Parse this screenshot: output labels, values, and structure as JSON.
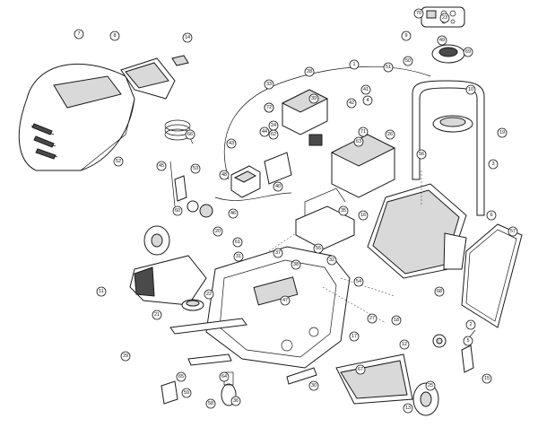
{
  "diagram": {
    "type": "exploded-parts-view",
    "callouts": [
      "1",
      "2",
      "3",
      "4",
      "5",
      "6",
      "7",
      "8",
      "9",
      "10",
      "11",
      "12",
      "13",
      "14",
      "15",
      "16",
      "17",
      "18",
      "19",
      "20",
      "21",
      "22",
      "23",
      "24",
      "25",
      "26",
      "27",
      "28",
      "29",
      "30",
      "31",
      "32",
      "33",
      "34",
      "35",
      "36",
      "37",
      "38",
      "39",
      "40",
      "41",
      "42",
      "43",
      "44",
      "45",
      "46",
      "47",
      "48",
      "49",
      "50",
      "51",
      "52",
      "53",
      "54",
      "55",
      "56",
      "57",
      "58",
      "59",
      "60",
      "61",
      "62",
      "63",
      "64",
      "65",
      "66",
      "67",
      "68",
      "69",
      "70",
      "71",
      "72"
    ]
  }
}
